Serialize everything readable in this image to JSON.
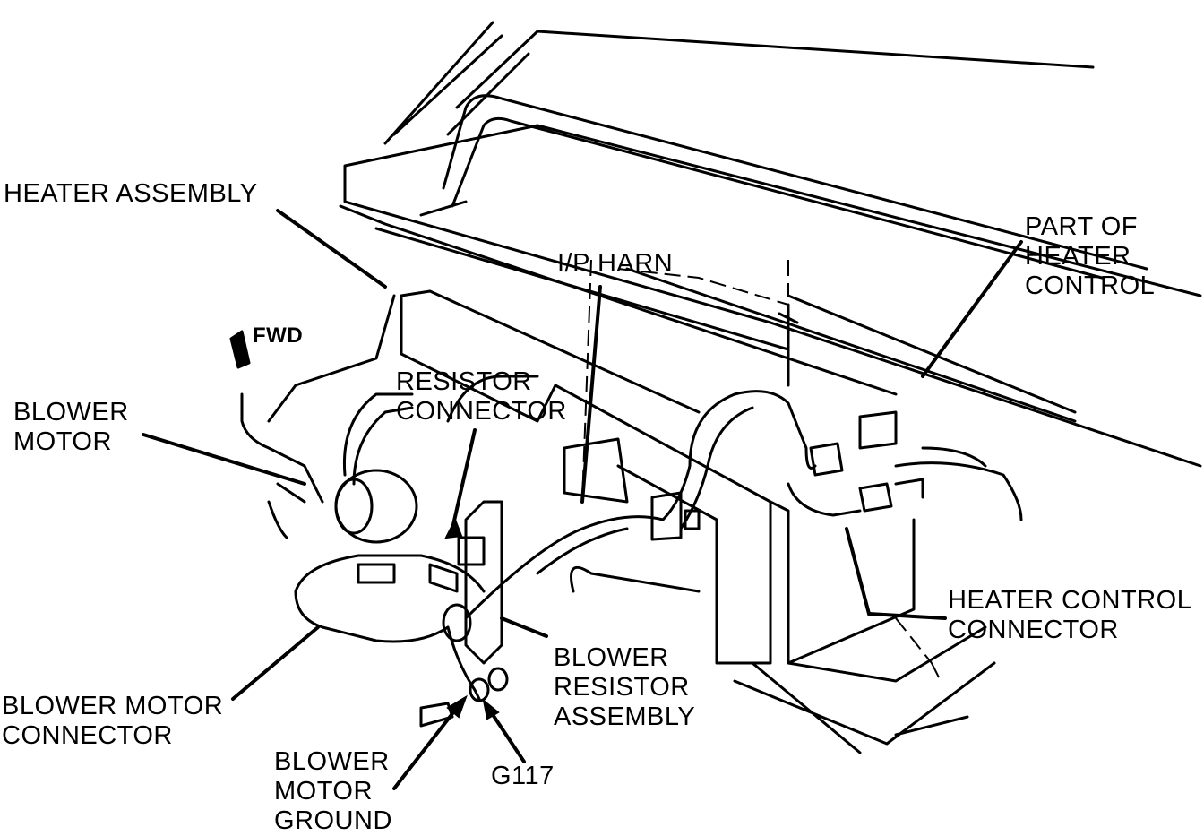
{
  "labels": {
    "heater_assembly": "HEATER ASSEMBLY",
    "ip_harn": "I/P HARN",
    "part_of_heater_control": [
      "PART OF",
      "HEATER",
      "CONTROL"
    ],
    "fwd": "FWD",
    "blower_motor": [
      "BLOWER",
      "MOTOR"
    ],
    "resistor_connector": [
      "RESISTOR",
      "CONNECTOR"
    ],
    "heater_control_connector": [
      "HEATER CONTROL",
      "CONNECTOR"
    ],
    "blower_resistor_assembly": [
      "BLOWER",
      "RESISTOR",
      "ASSEMBLY"
    ],
    "blower_motor_connector": [
      "BLOWER MOTOR",
      "CONNECTOR"
    ],
    "blower_motor_ground": [
      "BLOWER",
      "MOTOR",
      "GROUND"
    ],
    "g117": "G117"
  },
  "colors": {
    "ink": "#000000",
    "paper": "#ffffff"
  }
}
